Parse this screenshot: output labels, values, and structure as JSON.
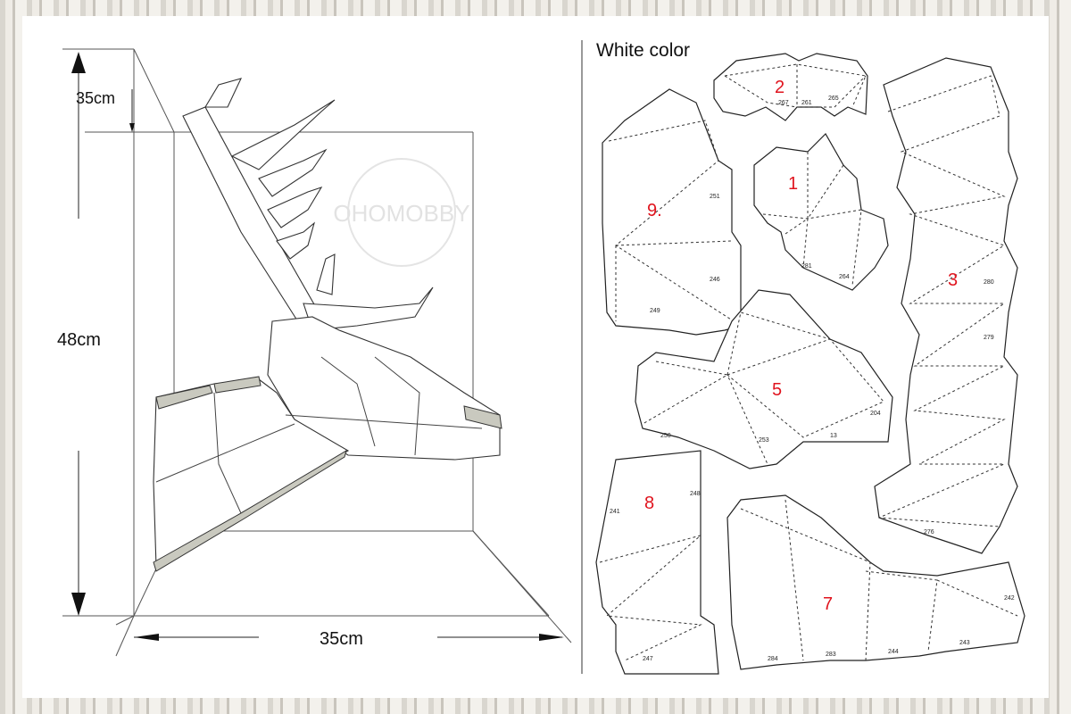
{
  "dimensions": {
    "top_offset": "35cm",
    "height": "48cm",
    "width": "35cm"
  },
  "watermark": "OHOMOBBY",
  "section_title": "White color",
  "pieces": [
    {
      "label": "1"
    },
    {
      "label": "2"
    },
    {
      "label": "3"
    },
    {
      "label": "5"
    },
    {
      "label": "7"
    },
    {
      "label": "8"
    },
    {
      "label": "9."
    }
  ],
  "edge_numbers": [
    "267",
    "261",
    "265",
    "249",
    "251",
    "246",
    "250",
    "253",
    "13",
    "204",
    "276",
    "242",
    "244",
    "283",
    "284",
    "243",
    "248",
    "241",
    "247",
    "281",
    "264",
    "279",
    "280"
  ],
  "colors": {
    "piece_number": "#e0141e",
    "paper": "#ffffff"
  }
}
